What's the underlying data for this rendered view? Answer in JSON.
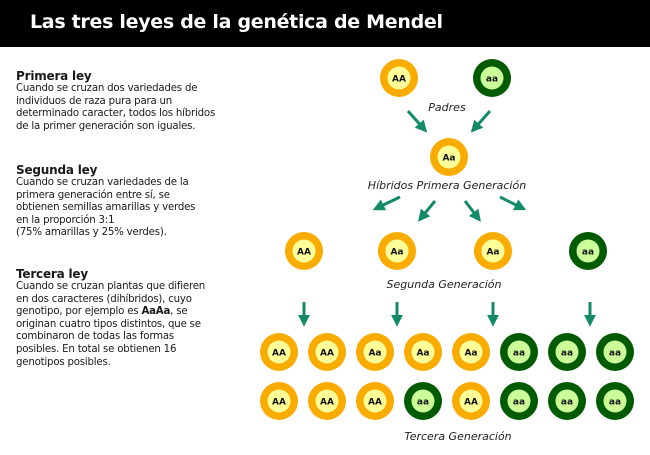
{
  "title": "Las tres leyes de la genética de Mendel",
  "laws": [
    {
      "heading": "Primera ley",
      "text": "Cuando se cruzan dos variedades de\nindividuos de raza pura para un\ndeterminado caracter, todos los híbridos\nde la primer generación son iguales."
    },
    {
      "heading": "Segunda ley",
      "text": "Cuando se cruzan variedades de la\nprimera generación entre sí, se\nobtienen semillas amarillas y verdes\nen la proporción 3:1\n(75% amarillas y 25% verdes)."
    },
    {
      "heading": "Tercera ley",
      "text_before": "Cuando se cruzan plantas que difieren\nen dos caracteres (dihíbridos), cuyo\ngenotipo, por ejemplo es ",
      "text_bold": "AaAa",
      "text_after": ", se\noriginan cuatro tipos distintos, que se\ncombinaron de todas las formas\nposibles. En total se obtienen 16\ngenotipos posibles."
    }
  ],
  "labels": {
    "parents": "Padres",
    "first_gen": "Híbridos Primera Generación",
    "second_gen": "Segunda Generación",
    "third_gen": "Tercera Generación"
  },
  "colors": {
    "yellow_outer": "#f9ab00",
    "yellow_inner": "#ffff99",
    "green_outer": "#005a00",
    "green_inner": "#ccff99",
    "arrow": "#138a68"
  },
  "genotypes": {
    "parents": [
      "AA",
      "aa"
    ],
    "first_gen": [
      "Aa"
    ],
    "second_gen": [
      "AA",
      "Aa",
      "Aa",
      "aa"
    ],
    "third_gen_row1": [
      "AA",
      "AA",
      "Aa",
      "Aa",
      "Aa",
      "aa",
      "aa",
      "aa"
    ],
    "third_gen_row2": [
      "AA",
      "AA",
      "AA",
      "aa",
      "AA",
      "aa",
      "aa",
      "aa"
    ]
  }
}
